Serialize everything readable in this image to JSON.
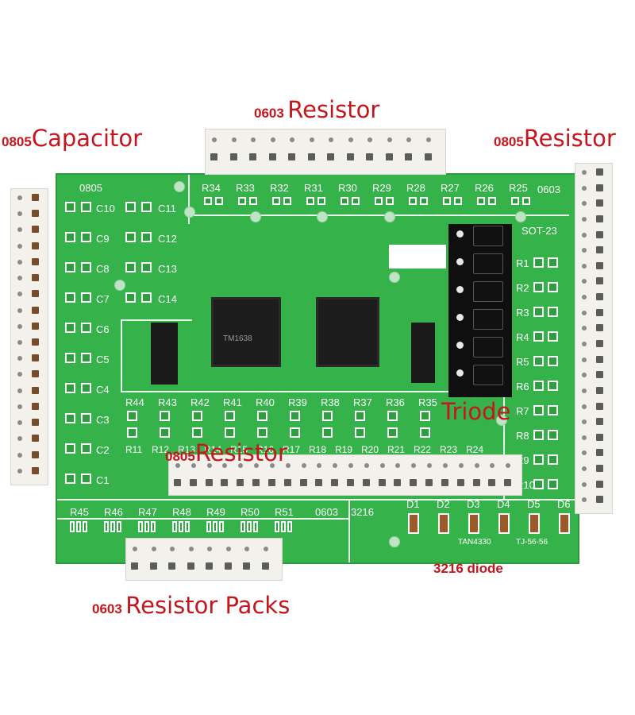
{
  "callouts": {
    "capacitor_0805": {
      "size": "0805",
      "name": "Capacitor"
    },
    "resistor_0603_top": {
      "size": "0603",
      "name": "Resistor"
    },
    "resistor_0805_right": {
      "size": "0805",
      "name": "Resistor"
    },
    "resistor_0805_mid": {
      "size": "0805",
      "name": "Resistor"
    },
    "triode": "Triode",
    "diode_3216": "3216 diode",
    "resistor_packs": {
      "size": "0603",
      "name": "Resistor Packs"
    }
  },
  "board": {
    "label_0805": "0805",
    "label_0603_top": "0603",
    "label_sot23": "SOT-23",
    "label_0603_bottom": "0603",
    "label_3216": "3216",
    "cap_left": [
      "C10",
      "C9",
      "C8",
      "C7",
      "C6",
      "C5",
      "C4",
      "C3",
      "C2",
      "C1"
    ],
    "cap_right": [
      "C11",
      "C12",
      "C13",
      "C14"
    ],
    "res_top": [
      "R34",
      "R33",
      "R32",
      "R31",
      "R30",
      "R29",
      "R28",
      "R27",
      "R26",
      "R25"
    ],
    "res_right": [
      "R1",
      "R2",
      "R3",
      "R4",
      "R5",
      "R6",
      "R7",
      "R8",
      "R9",
      "R10"
    ],
    "res_mid_top": [
      "R44",
      "R43",
      "R42",
      "R41",
      "R40",
      "R39",
      "R38",
      "R37",
      "R36",
      "R35"
    ],
    "res_mid_bottom": [
      "R11",
      "R12",
      "R13",
      "R14",
      "R15",
      "R16",
      "R17",
      "R18",
      "R19",
      "R20",
      "R21",
      "R22",
      "R23",
      "R24"
    ],
    "res_packs": [
      "R45",
      "R46",
      "R47",
      "R48",
      "R49",
      "R50",
      "R51"
    ],
    "diodes": [
      "D1",
      "D2",
      "D3",
      "D4",
      "D5",
      "D6"
    ],
    "diode_part_a": "TAN4330",
    "diode_part_b": "TJ-56-56",
    "chip_marking": "TM1638"
  }
}
